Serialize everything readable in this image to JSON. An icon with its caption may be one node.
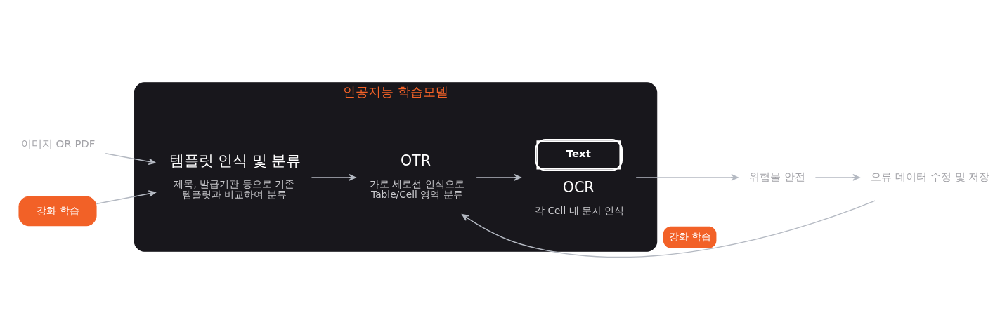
{
  "diagram": {
    "nodes": [
      {
        "text": [
          "인공지능 학습모델"
        ]
      },
      {
        "text": [
          "이미지 OR PDF"
        ]
      },
      {
        "text": [
          "템플릿 인식 및 분류",
          "제목, 발급기관 등으로 기존 템플릿과 비교하여 분류"
        ],
        "in": 0
      },
      {
        "text": [
          "OTR",
          "가로 세로선 인식으로 Table/Cell 영역 분류"
        ],
        "in": 0
      },
      {
        "text": [
          "Text",
          "OCR",
          "각 Cell 내 문자 인식"
        ],
        "in": 0
      },
      {
        "text": [
          "위험물 안전"
        ]
      },
      {
        "text": [
          "오류 데이터 수정 및 저장"
        ]
      },
      {
        "text": [
          "강화 학습"
        ]
      }
    ],
    "edges": [
      {
        "from": 1,
        "to": 2,
        "arrow": "to"
      },
      {
        "from": 2,
        "to": 3,
        "arrow": "to"
      },
      {
        "from": 3,
        "to": 4,
        "arrow": "to"
      },
      {
        "from": 4,
        "to": 5,
        "arrow": "to"
      },
      {
        "from": 5,
        "to": 6,
        "arrow": "to"
      },
      {
        "from": 7,
        "to": 2,
        "arrow": "to"
      },
      {
        "from": 6,
        "to": 3,
        "arrow": "to",
        "label": "강화 학습"
      }
    ]
  }
}
